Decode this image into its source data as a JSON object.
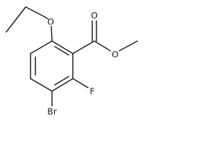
{
  "molecule": {
    "atoms": {
      "carbonyl_oxygen": "O",
      "ester_oxygen": "O",
      "ether_oxygen": "O",
      "fluorine": "F",
      "bromine": "Br"
    }
  },
  "colors": {
    "bond": "#1a1a1a",
    "label": "#1a1a1a",
    "background": "#ffffff"
  }
}
